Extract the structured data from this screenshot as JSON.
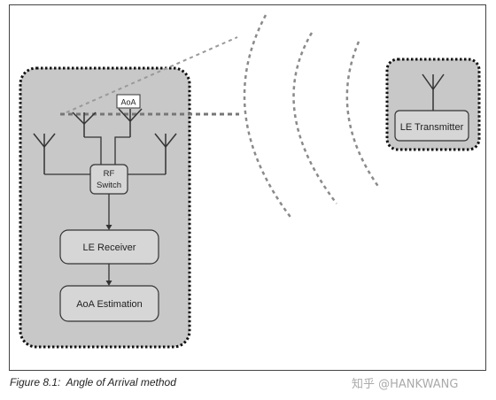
{
  "diagram": {
    "colors": {
      "frame": "#444444",
      "receiver_panel": "#c8c8c8",
      "transmitter_panel": "#c8c8c8",
      "box_fill": "#d6d6d6",
      "line": "#333333",
      "wave": "#8a8a8a"
    },
    "labels": {
      "aoa_tag": "AoA",
      "rf_switch_line1": "RF",
      "rf_switch_line2": "Switch",
      "le_receiver": "LE Receiver",
      "aoa_estimation": "AoA Estimation",
      "le_transmitter": "LE Transmitter"
    }
  },
  "caption": "Figure 8.1:  Angle of Arrival method",
  "watermark": "知乎 @HANKWANG"
}
